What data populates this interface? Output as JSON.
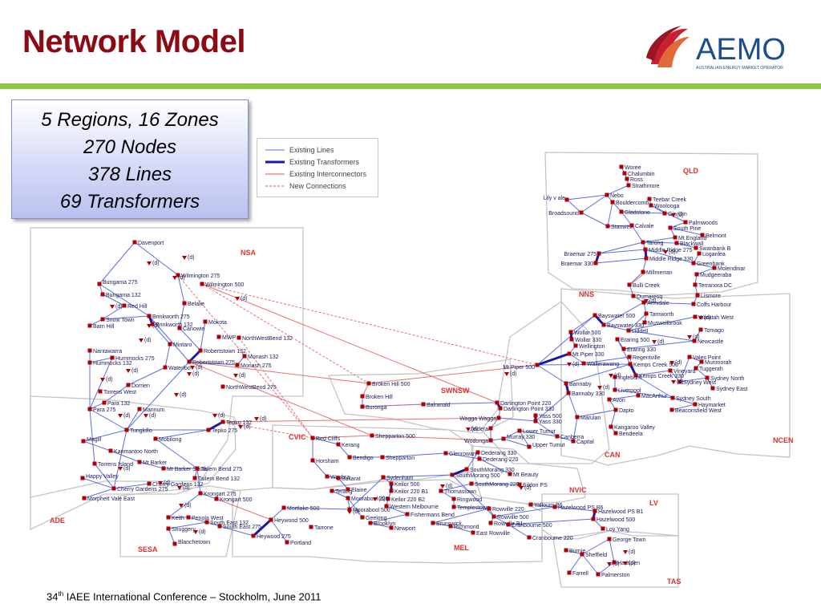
{
  "title": "Network Model",
  "logo": {
    "name": "AEMO",
    "subtitle": "AUSTRALIAN ENERGY MARKET OPERATOR"
  },
  "stats": [
    "5 Regions, 16 Zones",
    "270 Nodes",
    "378 Lines",
    "69 Transformers"
  ],
  "legend": [
    {
      "label": "Existing Lines",
      "color": "#5a6fe0",
      "width": 1,
      "dash": ""
    },
    {
      "label": "Existing Transformers",
      "color": "#1a1aa8",
      "width": 3,
      "dash": ""
    },
    {
      "label": "Existing Interconnectors",
      "color": "#e05050",
      "width": 1,
      "dash": ""
    },
    {
      "label": "New Connections",
      "color": "#e05050",
      "width": 1,
      "dash": "3,2"
    }
  ],
  "colors": {
    "zone_label": "#e0302e",
    "node": "#b00000",
    "line": "#5a6fe0",
    "interconnector": "#e86f6f",
    "title": "#8b0a13",
    "accent_green": "#8dc63f"
  },
  "zones": [
    {
      "id": "QLD",
      "label": "QLD"
    },
    {
      "id": "NNS",
      "label": "NNS"
    },
    {
      "id": "NCEN",
      "label": "NCEN"
    },
    {
      "id": "CAN",
      "label": "CAN"
    },
    {
      "id": "SWNSW",
      "label": "SWNSW"
    },
    {
      "id": "NSA",
      "label": "NSA"
    },
    {
      "id": "ADE",
      "label": "ADE"
    },
    {
      "id": "SESA",
      "label": "SESA"
    },
    {
      "id": "CVIC",
      "label": "CVIC"
    },
    {
      "id": "MEL",
      "label": "MEL"
    },
    {
      "id": "NVIC",
      "label": "NVIC"
    },
    {
      "id": "LV",
      "label": "LV"
    },
    {
      "id": "TAS",
      "label": "TAS"
    }
  ],
  "nodes": [
    {
      "id": "woree",
      "label": "Woree"
    },
    {
      "id": "chalumbin",
      "label": "Chalumbin"
    },
    {
      "id": "ross",
      "label": "Ross"
    },
    {
      "id": "strathmore",
      "label": "Strathmore"
    },
    {
      "id": "nebo",
      "label": "Nebo"
    },
    {
      "id": "lilyvale",
      "label": "Lily v ale"
    },
    {
      "id": "bouldercomb",
      "label": "Bouldercomb"
    },
    {
      "id": "broadsound",
      "label": "Broadsound"
    },
    {
      "id": "gladstone",
      "label": "Gladstone"
    },
    {
      "id": "teebar",
      "label": "Teebar Creek"
    },
    {
      "id": "woolooga",
      "label": "Woolooga"
    },
    {
      "id": "gingin",
      "label": "Gin Gin"
    },
    {
      "id": "palmwoods",
      "label": "Palmwoods"
    },
    {
      "id": "stanwell",
      "label": "Stanwell"
    },
    {
      "id": "calvale",
      "label": "Calvale"
    },
    {
      "id": "southpine",
      "label": "South Pine"
    },
    {
      "id": "belmont",
      "label": "Belmont"
    },
    {
      "id": "mtengland",
      "label": "Mt England"
    },
    {
      "id": "tarong",
      "label": "Tarong"
    },
    {
      "id": "blackwall",
      "label": "Blackwall"
    },
    {
      "id": "swanbank",
      "label": "Swanbank B"
    },
    {
      "id": "loganlea",
      "label": "Loganlea"
    },
    {
      "id": "braemar275",
      "label": "Braemar 275"
    },
    {
      "id": "middleridge275",
      "label": "Middle Ridge 275"
    },
    {
      "id": "middleridge330",
      "label": "Middle Ridge 330"
    },
    {
      "id": "greenbank",
      "label": "Greenbank"
    },
    {
      "id": "molendinar",
      "label": "Molendinar"
    },
    {
      "id": "braemar330",
      "label": "Braemar 330"
    },
    {
      "id": "mudgeeraba",
      "label": "Mudgeeraba"
    },
    {
      "id": "millmerran",
      "label": "Millmerran"
    },
    {
      "id": "terranora",
      "label": "Terranora DC"
    },
    {
      "id": "bulli",
      "label": "Bulli Creek"
    },
    {
      "id": "lismore",
      "label": "Lismore"
    },
    {
      "id": "dumaresq",
      "label": "Dumaresq"
    },
    {
      "id": "coffs",
      "label": "Coffs Harbour"
    },
    {
      "id": "armidale",
      "label": "Armidale"
    },
    {
      "id": "tamworth",
      "label": "Tamworth"
    },
    {
      "id": "waratah",
      "label": "Waratah West"
    },
    {
      "id": "bayswater500",
      "label": "Bayswater 500"
    },
    {
      "id": "muswellbrook",
      "label": "Muswellbrook"
    },
    {
      "id": "bayswater330",
      "label": "Bayswater 330"
    },
    {
      "id": "liddell",
      "label": "Liddell"
    },
    {
      "id": "tomago",
      "label": "Tomago"
    },
    {
      "id": "wollar500",
      "label": "Wollar 500"
    },
    {
      "id": "wollar330",
      "label": "Wollar 330"
    },
    {
      "id": "newcastle",
      "label": "Newcastle"
    },
    {
      "id": "eraring500",
      "label": "Eraring 500"
    },
    {
      "id": "wellington",
      "label": "Wellington"
    },
    {
      "id": "eraring330",
      "label": "Eraring 330"
    },
    {
      "id": "mtpiper330",
      "label": "Mt Piper 330"
    },
    {
      "id": "valespoint",
      "label": "Vales Point"
    },
    {
      "id": "munmorah",
      "label": "Munmorah"
    },
    {
      "id": "mtpiper500",
      "label": "Mt Piper 500"
    },
    {
      "id": "wallerawang",
      "label": "Wallerawang"
    },
    {
      "id": "kempscreek500",
      "label": "Kemps Creek 500"
    },
    {
      "id": "regentville",
      "label": "Regentville"
    },
    {
      "id": "tuggerah",
      "label": "Tuggerah"
    },
    {
      "id": "vineyard",
      "label": "Vineyard"
    },
    {
      "id": "kempscreek330",
      "label": "Kemps Creek 330"
    },
    {
      "id": "sydneynorth",
      "label": "Sydney North"
    },
    {
      "id": "ingleburn",
      "label": "Ingleburn"
    },
    {
      "id": "sydneyeast",
      "label": "Sydney East"
    },
    {
      "id": "sydneywest",
      "label": "Sydney West"
    },
    {
      "id": "bannaby",
      "label": "Bannaby"
    },
    {
      "id": "liverpool",
      "label": "Liverpool"
    },
    {
      "id": "bannaby330",
      "label": "Bannaby 330"
    },
    {
      "id": "macarthur",
      "label": "MacArthur"
    },
    {
      "id": "sydneysouth",
      "label": "Sydney South"
    },
    {
      "id": "haymarket",
      "label": "Haymarket"
    },
    {
      "id": "avon",
      "label": "Avon"
    },
    {
      "id": "beaconsfield",
      "label": "Beaconsfield West"
    },
    {
      "id": "dapto",
      "label": "Dapto"
    },
    {
      "id": "marulan",
      "label": "Marulan"
    },
    {
      "id": "kangaroovalley",
      "label": "Kangaroo Valley"
    },
    {
      "id": "bendeela",
      "label": "Bendeela"
    },
    {
      "id": "yass500",
      "label": "Yass 500"
    },
    {
      "id": "yass330",
      "label": "Yass 330"
    },
    {
      "id": "lowertumut",
      "label": "Lower Tumut"
    },
    {
      "id": "canberra",
      "label": "Canberra"
    },
    {
      "id": "capital",
      "label": "Capital"
    },
    {
      "id": "uppertumut",
      "label": "Upper Tumut"
    },
    {
      "id": "murray330",
      "label": "Murray 330"
    },
    {
      "id": "wodonga",
      "label": "Wodonga"
    },
    {
      "id": "jindera",
      "label": "Jindera"
    },
    {
      "id": "wagga",
      "label": "Wagga Wagga"
    },
    {
      "id": "darlington220",
      "label": "Darlington Point 220"
    },
    {
      "id": "darlington330",
      "label": "Darlington Point 330"
    },
    {
      "id": "balranald",
      "label": "Balranald"
    },
    {
      "id": "brokenhill500",
      "label": "Broken Hill 500"
    },
    {
      "id": "brokenhill",
      "label": "Broken Hill"
    },
    {
      "id": "buronga",
      "label": "Buronga"
    },
    {
      "id": "davenport",
      "label": "Davenport"
    },
    {
      "id": "wilmington275",
      "label": "Wilmington 275"
    },
    {
      "id": "wilmington500",
      "label": "Wilmington 500"
    },
    {
      "id": "bungama275",
      "label": "Bungama 275"
    },
    {
      "id": "bungama132",
      "label": "Bungama 132"
    },
    {
      "id": "redhill",
      "label": "Red Hill"
    },
    {
      "id": "belalie",
      "label": "Belalie"
    },
    {
      "id": "snowtown",
      "label": "Snow Town"
    },
    {
      "id": "barnhill",
      "label": "Barn Hill"
    },
    {
      "id": "brinkworth275",
      "label": "Brinkworth 275"
    },
    {
      "id": "brinkworth132",
      "label": "Brinkworth 132"
    },
    {
      "id": "canowie",
      "label": "Canowie"
    },
    {
      "id": "mokota",
      "label": "Mokota"
    },
    {
      "id": "nwb132",
      "label": "NorthWestBend 132"
    },
    {
      "id": "mwp",
      "label": "MWP"
    },
    {
      "id": "mintaro",
      "label": "Mintaro"
    },
    {
      "id": "robertstown132",
      "label": "Robertstown 132"
    },
    {
      "id": "monash132",
      "label": "Monash 132"
    },
    {
      "id": "nantawarra",
      "label": "Nantawarra"
    },
    {
      "id": "hummocks275",
      "label": "Hummocks 275"
    },
    {
      "id": "hummocks132",
      "label": "Hummocks 132"
    },
    {
      "id": "waterloo",
      "label": "Waterloo"
    },
    {
      "id": "robertstown275",
      "label": "Robertstown 275"
    },
    {
      "id": "monash275",
      "label": "Monash 275"
    },
    {
      "id": "dorrien",
      "label": "Dorrien"
    },
    {
      "id": "torrensw",
      "label": "Torrens West"
    },
    {
      "id": "nwb275",
      "label": "NorthWestBend 275"
    },
    {
      "id": "para132",
      "label": "Para 132"
    },
    {
      "id": "para275",
      "label": "Para 275"
    },
    {
      "id": "mannum",
      "label": "Mannum"
    },
    {
      "id": "tungkillo",
      "label": "Tungkillo"
    },
    {
      "id": "tepko132",
      "label": "Tepko 132"
    },
    {
      "id": "tepko275",
      "label": "Tepko 275"
    },
    {
      "id": "magill",
      "label": "Magill"
    },
    {
      "id": "kanmantoo",
      "label": "Kanmantoo North"
    },
    {
      "id": "mobilong",
      "label": "Mobilong"
    },
    {
      "id": "torrensisland",
      "label": "Torrens Island"
    },
    {
      "id": "mtbarker",
      "label": "Mt Barker"
    },
    {
      "id": "mtbarkersouth",
      "label": "Mt Barker South"
    },
    {
      "id": "tailembend275",
      "label": "Tailem Bend 275"
    },
    {
      "id": "tailembend132",
      "label": "Tailem Bend 132"
    },
    {
      "id": "happyvalley",
      "label": "Happy Valley"
    },
    {
      "id": "cherry132",
      "label": "Cherry Gardens 132"
    },
    {
      "id": "cherry275",
      "label": "Cherry Gardens 275"
    },
    {
      "id": "morphett",
      "label": "Morphett Vale East"
    },
    {
      "id": "krongart275",
      "label": "Krongart 275"
    },
    {
      "id": "krongart500",
      "label": "Krongart 500"
    },
    {
      "id": "keith",
      "label": "Keith"
    },
    {
      "id": "penolawest",
      "label": "Penola West"
    },
    {
      "id": "snuggery",
      "label": "Snuggery"
    },
    {
      "id": "southeast132",
      "label": "South East 132"
    },
    {
      "id": "southeast275",
      "label": "South East 275"
    },
    {
      "id": "blanchetown",
      "label": "Blanchetown"
    },
    {
      "id": "heywood500",
      "label": "Heywood 500"
    },
    {
      "id": "heywood275",
      "label": "Heywood 275"
    },
    {
      "id": "portland",
      "label": "Portland"
    },
    {
      "id": "mortlake",
      "label": "Mortlake 500"
    },
    {
      "id": "tarrone",
      "label": "Tarrone"
    },
    {
      "id": "redcliffs",
      "label": "Red Cliffs"
    },
    {
      "id": "kerang",
      "label": "Kerang"
    },
    {
      "id": "horsham",
      "label": "Horsham"
    },
    {
      "id": "bendigo",
      "label": "Bendigo"
    },
    {
      "id": "shepparton500",
      "label": "Shepparton 500"
    },
    {
      "id": "shepparton",
      "label": "Shepparton"
    },
    {
      "id": "glenrowan",
      "label": "Glenrowan"
    },
    {
      "id": "dederang330",
      "label": "Dederang 330"
    },
    {
      "id": "dederang220",
      "label": "Dederang 220"
    },
    {
      "id": "waubra",
      "label": "Waubra"
    },
    {
      "id": "ballarat",
      "label": "Ballarat"
    },
    {
      "id": "sydenham",
      "label": "Sydenham"
    },
    {
      "id": "southmorang330",
      "label": "SouthMorang 330"
    },
    {
      "id": "southmorang500",
      "label": "SouthMorang 500"
    },
    {
      "id": "mtbeauty",
      "label": "Mt Beauty"
    },
    {
      "id": "southmorang220",
      "label": "SouthMorang 220"
    },
    {
      "id": "eildon",
      "label": "Eildon PS"
    },
    {
      "id": "terang",
      "label": "Terang"
    },
    {
      "id": "elaine",
      "label": "Elaine"
    },
    {
      "id": "keilor500",
      "label": "Keilor 500"
    },
    {
      "id": "keilor220b1",
      "label": "Keilor 220 B1"
    },
    {
      "id": "keilor220b2",
      "label": "Keilor 220 B2"
    },
    {
      "id": "moorabool220",
      "label": "Moorabool 220"
    },
    {
      "id": "moorabool500",
      "label": "Moorabool 500"
    },
    {
      "id": "geelong",
      "label": "Geelong"
    },
    {
      "id": "thomastown",
      "label": "Thomastown"
    },
    {
      "id": "ringwood",
      "label": "Ringwood"
    },
    {
      "id": "westernmelb",
      "label": "Western Melbourne"
    },
    {
      "id": "fishermans",
      "label": "Fishermans Bend"
    },
    {
      "id": "templestowe",
      "label": "Templestowe"
    },
    {
      "id": "rowville220",
      "label": "Rowville 220"
    },
    {
      "id": "rowville500",
      "label": "Rowville 500"
    },
    {
      "id": "rowvilleb1",
      "label": "Rowville B1"
    },
    {
      "id": "brooklyn",
      "label": "Brooklyn"
    },
    {
      "id": "newport",
      "label": "Newport"
    },
    {
      "id": "brunswick",
      "label": "Brunswick"
    },
    {
      "id": "richmond",
      "label": "Richmond"
    },
    {
      "id": "eastrowville",
      "label": "East Rowville"
    },
    {
      "id": "yallourn",
      "label": "Yallourn B6"
    },
    {
      "id": "hazelwoodb6",
      "label": "Hazelwood PS B6"
    },
    {
      "id": "hazelwoodb1",
      "label": "Hazelwood PS B1"
    },
    {
      "id": "hazelwood500",
      "label": "Hazelwood 500"
    },
    {
      "id": "cranbourne500",
      "label": "Cranbourne 500"
    },
    {
      "id": "cranbourne220",
      "label": "Cranbourne 220"
    },
    {
      "id": "loyyang",
      "label": "Loy Yang"
    },
    {
      "id": "georgetown",
      "label": "George Town"
    },
    {
      "id": "burnie",
      "label": "Burnie"
    },
    {
      "id": "sheffield",
      "label": "Sheffield"
    },
    {
      "id": "hadspen",
      "label": "Hadspen"
    },
    {
      "id": "farrell",
      "label": "Farrell"
    },
    {
      "id": "palmerston",
      "label": "Palmerston"
    }
  ],
  "dispatch_label": "(d)",
  "footer": {
    "ordinal": "34",
    "suffix": "th",
    "text": " IAEE International Conference – Stockholm, June 2011"
  }
}
